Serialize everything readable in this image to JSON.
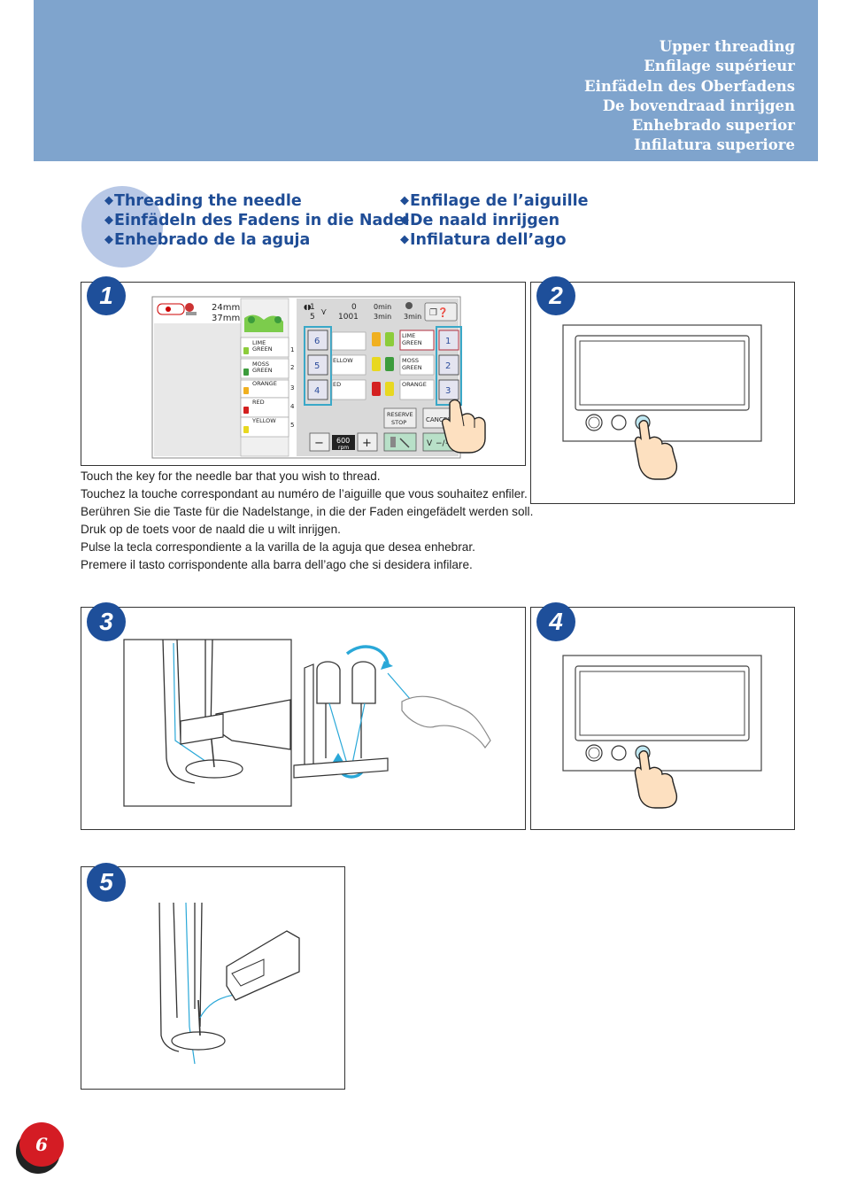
{
  "header": {
    "titles": [
      "Upper threading",
      "Enfilage supérieur",
      "Einfädeln des Oberfadens",
      "De bovendraad inrijgen",
      "Enhebrado superior",
      "Infilatura superiore"
    ]
  },
  "section": {
    "left": [
      "Threading the needle",
      "Einfädeln des Fadens in die Nadel",
      "Enhebrado de la aguja"
    ],
    "right": [
      "Enfilage de l’aiguille",
      "De naald inrijgen",
      "Infilatura dell’ago"
    ],
    "bullet": "◆"
  },
  "steps": [
    "1",
    "2",
    "3",
    "4",
    "5"
  ],
  "screen": {
    "size1": "24mm",
    "size2": "37mm",
    "counter_top": "1",
    "counter_bottom": "5",
    "stitch_top": "0",
    "stitch_bottom": "1001",
    "time_top": "0min",
    "time_bottom": "3min",
    "time_total": "3min",
    "color_list": [
      {
        "num": "1",
        "name": "LIME GREEN",
        "color": "#8ccc3a"
      },
      {
        "num": "2",
        "name": "MOSS GREEN",
        "color": "#3c9c3c"
      },
      {
        "num": "3",
        "name": "ORANGE",
        "color": "#f0b020"
      },
      {
        "num": "4",
        "name": "RED",
        "color": "#d42020"
      },
      {
        "num": "5",
        "name": "YELLOW",
        "color": "#e8d820"
      }
    ],
    "left_needles": [
      "6",
      "5",
      "4"
    ],
    "left_labels": [
      "",
      "ELLOW",
      "ED"
    ],
    "right_needles": [
      "1",
      "2",
      "3"
    ],
    "right_labels": [
      "LIME GREEN",
      "MOSS GREEN",
      "ORANGE"
    ],
    "reserve_stop": "RESERVE STOP",
    "cancel": "CANCEL",
    "minus": "−",
    "plus": "+",
    "speed": "600",
    "speed_unit": "rpm",
    "needle_toggle": "−/+"
  },
  "instructions": [
    "Touch the key for the needle bar that you wish to thread.",
    "Touchez la touche correspondant au numéro de l’aiguille que vous souhaitez enfiler.",
    "Berühren Sie die Taste für die Nadelstange, in die der Faden eingefädelt werden soll.",
    "Druk op de toets voor de naald die u wilt inrijgen.",
    "Pulse la tecla correspondiente a la varilla de la aguja que desea enhebrar.",
    "Premere il tasto corrispondente alla barra dell’ago che si desidera infilare."
  ],
  "page_number": "6"
}
